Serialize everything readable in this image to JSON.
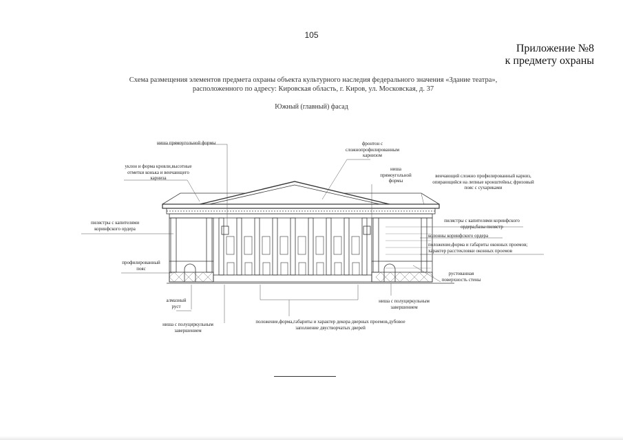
{
  "page_number": "105",
  "appendix": {
    "line1": "Приложение №8",
    "line2": "к предмету охраны"
  },
  "heading": {
    "line1": "Схема размещения элементов предмета охраны объекта культурного наследия федерального значения «Здание театра»,",
    "line2": "расположенного по адресу: Кировская область, г. Киров, ул. Московская, д. 37"
  },
  "subheading": "Южный (главный) фасад",
  "labels": {
    "niche_rect_top": "ниша прямоугольной формы",
    "roof_slope": [
      "уклон и форма кровли,высотные",
      "отметки конька и венчающего",
      "карниза"
    ],
    "pediment": [
      "фронтон с",
      "сложнопрофилированным",
      "карнизом"
    ],
    "niche_rect_right": [
      "ниша",
      "прямоугольной",
      "формы"
    ],
    "crowning_cornice": [
      "венчающий сложно профилированный карниз,",
      "опирающийся на лепные кронштейны; фризовый",
      "пояс с сухариками"
    ],
    "pilasters_left": [
      "пилястры с капителями",
      "коринфского ордера"
    ],
    "pilasters_right": [
      "пилястры с капителями коринфского",
      "ордера,базы пилястр"
    ],
    "columns": "колонны коринфского ордера",
    "windows": [
      "положение,форма и габариты оконных проемов;",
      "характер расстекловки оконных проемов"
    ],
    "profiled_belt": [
      "профилированный",
      "пояс"
    ],
    "rusticated_wall": [
      "рустованная",
      "поверхность стены"
    ],
    "diamond_rust": [
      "алмазный",
      "руст"
    ],
    "niche_semicircle_left": [
      "ниша с полуциркульным",
      "завершением"
    ],
    "niche_semicircle_right": [
      "ниша с полуциркульным",
      "завершением"
    ],
    "doors": [
      "положение,форма,габариты и характер декора дверных проемов,дубовое",
      "заполнение двустворчатых дверей"
    ]
  }
}
